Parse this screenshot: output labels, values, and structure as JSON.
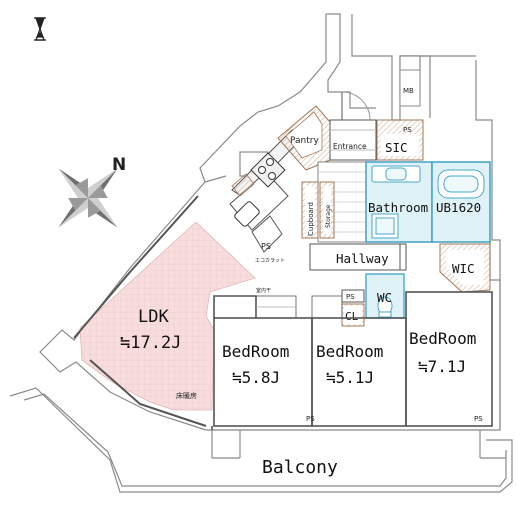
{
  "plan": {
    "rooms": {
      "ldk": {
        "name": "LDK",
        "size": "≒17.2J"
      },
      "bed1": {
        "name": "BedRoom",
        "size": "≒5.8J"
      },
      "bed2": {
        "name": "BedRoom",
        "size": "≒5.1J"
      },
      "bed3": {
        "name": "BedRoom",
        "size": "≒7.1J"
      },
      "balcony": {
        "name": "Balcony"
      },
      "bathroom": {
        "name": "Bathroom"
      },
      "ub": {
        "name": "UB1620"
      },
      "hallway": {
        "name": "Hallway"
      },
      "wic": {
        "name": "WIC"
      },
      "wc": {
        "name": "WC"
      },
      "cl": {
        "name": "CL"
      },
      "sic": {
        "name": "SIC"
      },
      "entrance": {
        "name": "Entrance"
      },
      "pantry": {
        "name": "Pantry"
      },
      "cupboard": {
        "name": "Cupboard"
      },
      "storage": {
        "name": "Storage"
      }
    },
    "small": {
      "ps": "PS",
      "mb": "MB",
      "floor_heating": "床暖房",
      "counter_note": "エコカラット",
      "closet_note": "室内干"
    },
    "compass": {
      "letter": "N"
    }
  },
  "colors": {
    "ldk_fill": "#f7dddd",
    "wet_fill": "#dff2f8",
    "wet_stroke": "#4aa7c7",
    "wall": "#8a8a8a",
    "line": "#444444"
  },
  "icons": {
    "top_left": "hourglass-icon",
    "compass": "compass-rose-icon"
  }
}
